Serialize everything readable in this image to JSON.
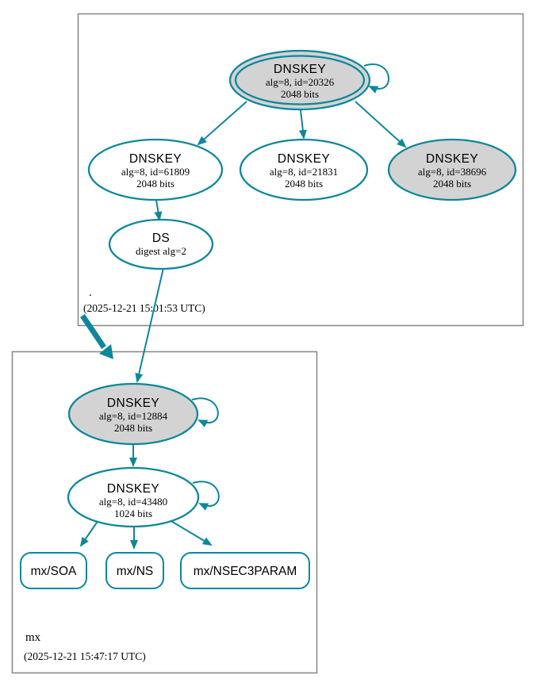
{
  "colors": {
    "accent_teal": "#0d879b",
    "sep_key_fill": "#d3d3d3",
    "plain_fill": "#ffffff",
    "box_border": "#8a8a8a",
    "text": "#000000"
  },
  "root_zone": {
    "name": ".",
    "timestamp": "(2025-12-21 15:01:53 UTC)",
    "ksk_20326": {
      "title": "DNSKEY",
      "detail": "alg=8, id=20326",
      "bits": "2048 bits"
    },
    "zsk_61809": {
      "title": "DNSKEY",
      "detail": "alg=8, id=61809",
      "bits": "2048 bits"
    },
    "zsk_21831": {
      "title": "DNSKEY",
      "detail": "alg=8, id=21831",
      "bits": "2048 bits"
    },
    "key_38696": {
      "title": "DNSKEY",
      "detail": "alg=8, id=38696",
      "bits": "2048 bits"
    },
    "ds": {
      "title": "DS",
      "detail": "digest alg=2"
    }
  },
  "mx_zone": {
    "name": "mx",
    "timestamp": "(2025-12-21 15:47:17 UTC)",
    "ksk_12884": {
      "title": "DNSKEY",
      "detail": "alg=8, id=12884",
      "bits": "2048 bits"
    },
    "zsk_43480": {
      "title": "DNSKEY",
      "detail": "alg=8, id=43480",
      "bits": "1024 bits"
    },
    "rrset_soa": {
      "label": "mx/SOA"
    },
    "rrset_ns": {
      "label": "mx/NS"
    },
    "rrset_nsec3param": {
      "label": "mx/NSEC3PARAM"
    }
  }
}
